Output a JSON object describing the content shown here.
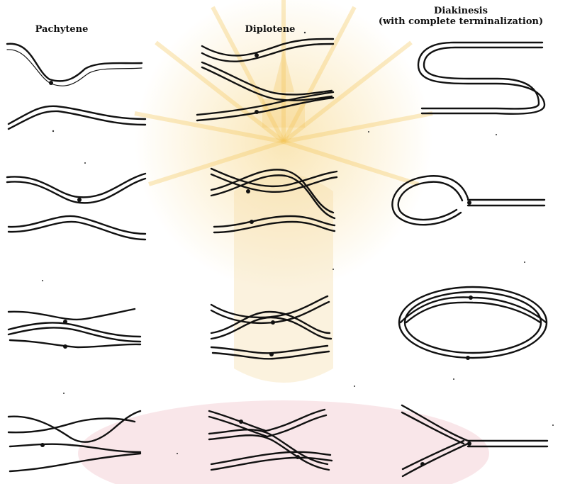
{
  "headers": {
    "pachytene": "Pachytene",
    "diplotene": "Diplotene",
    "diakinesis_line1": "Diakinesis",
    "diakinesis_line2": "(with complete terminalization)"
  },
  "columns": [
    "pachytene",
    "diplotene",
    "diakinesis"
  ],
  "rows": 4,
  "colors": {
    "ink": "#111111",
    "watermark_yellow": "#f3c55a",
    "watermark_pink": "#f2c7cf"
  }
}
